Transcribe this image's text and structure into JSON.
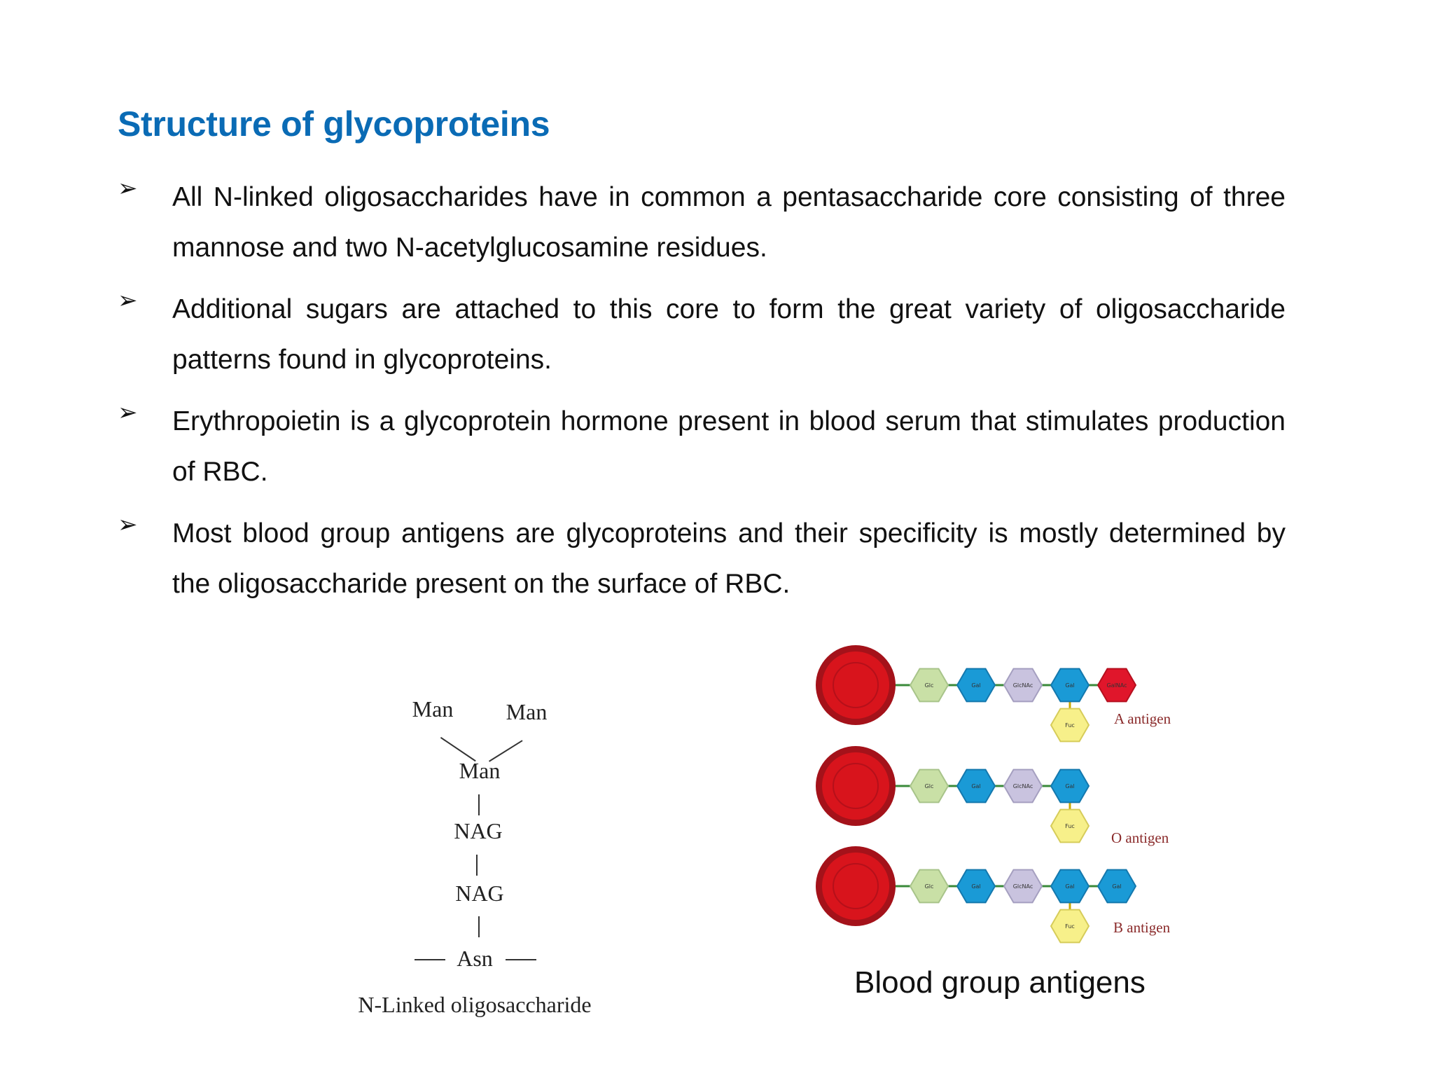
{
  "title": "Structure of glycoproteins",
  "bullet_symbol": "➢",
  "bullets": [
    "All N-linked oligosaccharides have in common a pentasaccharide core consisting of three mannose and two N-acetylglucosamine residues.",
    "Additional sugars are attached to this core to form the great variety of oligosaccharide patterns found in glycoproteins.",
    "Erythropoietin is a glycoprotein hormone present in blood serum that stimulates production of RBC.",
    "Most blood group antigens are glycoproteins and their specificity is mostly determined by the oligosaccharide present on the surface of RBC."
  ],
  "n_linked_figure": {
    "man_left": "Man",
    "man_right": "Man",
    "man_center": "Man",
    "nag_upper": "NAG",
    "nag_lower": "NAG",
    "asn": "Asn",
    "caption": "N-Linked oligosaccharide"
  },
  "blood_group_figure": {
    "caption": "Blood group antigens",
    "colors": {
      "rbc": "#d8141c",
      "glc": "#c9e0a6",
      "gal": "#1a9ad6",
      "glcnac": "#c9c3df",
      "galnac": "#e0162b",
      "fuc": "#f7f08a"
    },
    "antigens": [
      {
        "label": "A antigen",
        "chain": [
          "Glc",
          "Gal",
          "GlcNAc",
          "Gal",
          "GalNAc"
        ],
        "branch": "Fuc"
      },
      {
        "label": "O antigen",
        "chain": [
          "Glc",
          "Gal",
          "GlcNAc",
          "Gal"
        ],
        "branch": "Fuc"
      },
      {
        "label": "B antigen",
        "chain": [
          "Glc",
          "Gal",
          "GlcNAc",
          "Gal",
          "Gal"
        ],
        "branch": "Fuc"
      }
    ]
  }
}
